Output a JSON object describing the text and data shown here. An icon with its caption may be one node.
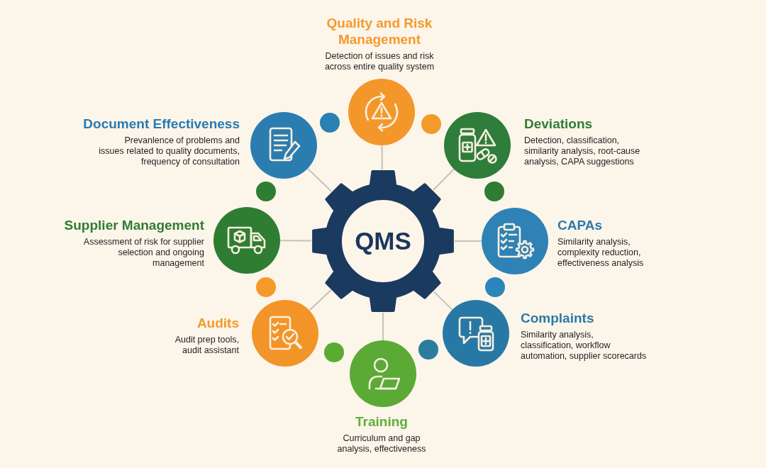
{
  "diagram": {
    "nodes": [
      {
        "text": [
          "Quality and Risk Management",
          "Detection of issues and risk across entire quality system"
        ]
      },
      {
        "text": [
          "Document Effectiveness",
          "Prevanlence of problems and issues related to quality documents, frequency of consultation"
        ]
      },
      {
        "text": [
          "Deviations",
          "Detection, classification, similarity analysis, root-cause analysis, CAPA suggestions"
        ]
      },
      {
        "text": [
          "Supplier Management",
          "Assessment of risk for supplier selection and ongoing management"
        ]
      },
      {
        "text": [
          "QMS"
        ]
      },
      {
        "text": [
          "CAPAs",
          "Similarity analysis, complexity reduction, effectiveness analysis"
        ]
      },
      {
        "text": [
          "Audits",
          "Audit prep tools, audit assistant"
        ]
      },
      {
        "text": [
          "Complaints",
          "Similarity analysis, classification, workflow automation, supplier scorecards"
        ]
      },
      {
        "text": [
          "Training",
          "Curriculum and gap analysis, effectiveness"
        ]
      }
    ],
    "edges": [
      {
        "from": 4,
        "to": 0,
        "arrow": "none"
      },
      {
        "from": 4,
        "to": 2,
        "arrow": "none"
      },
      {
        "from": 4,
        "to": 5,
        "arrow": "none"
      },
      {
        "from": 4,
        "to": 7,
        "arrow": "none"
      },
      {
        "from": 4,
        "to": 8,
        "arrow": "none"
      },
      {
        "from": 4,
        "to": 6,
        "arrow": "none"
      },
      {
        "from": 4,
        "to": 3,
        "arrow": "none"
      },
      {
        "from": 4,
        "to": 1,
        "arrow": "none"
      }
    ]
  }
}
